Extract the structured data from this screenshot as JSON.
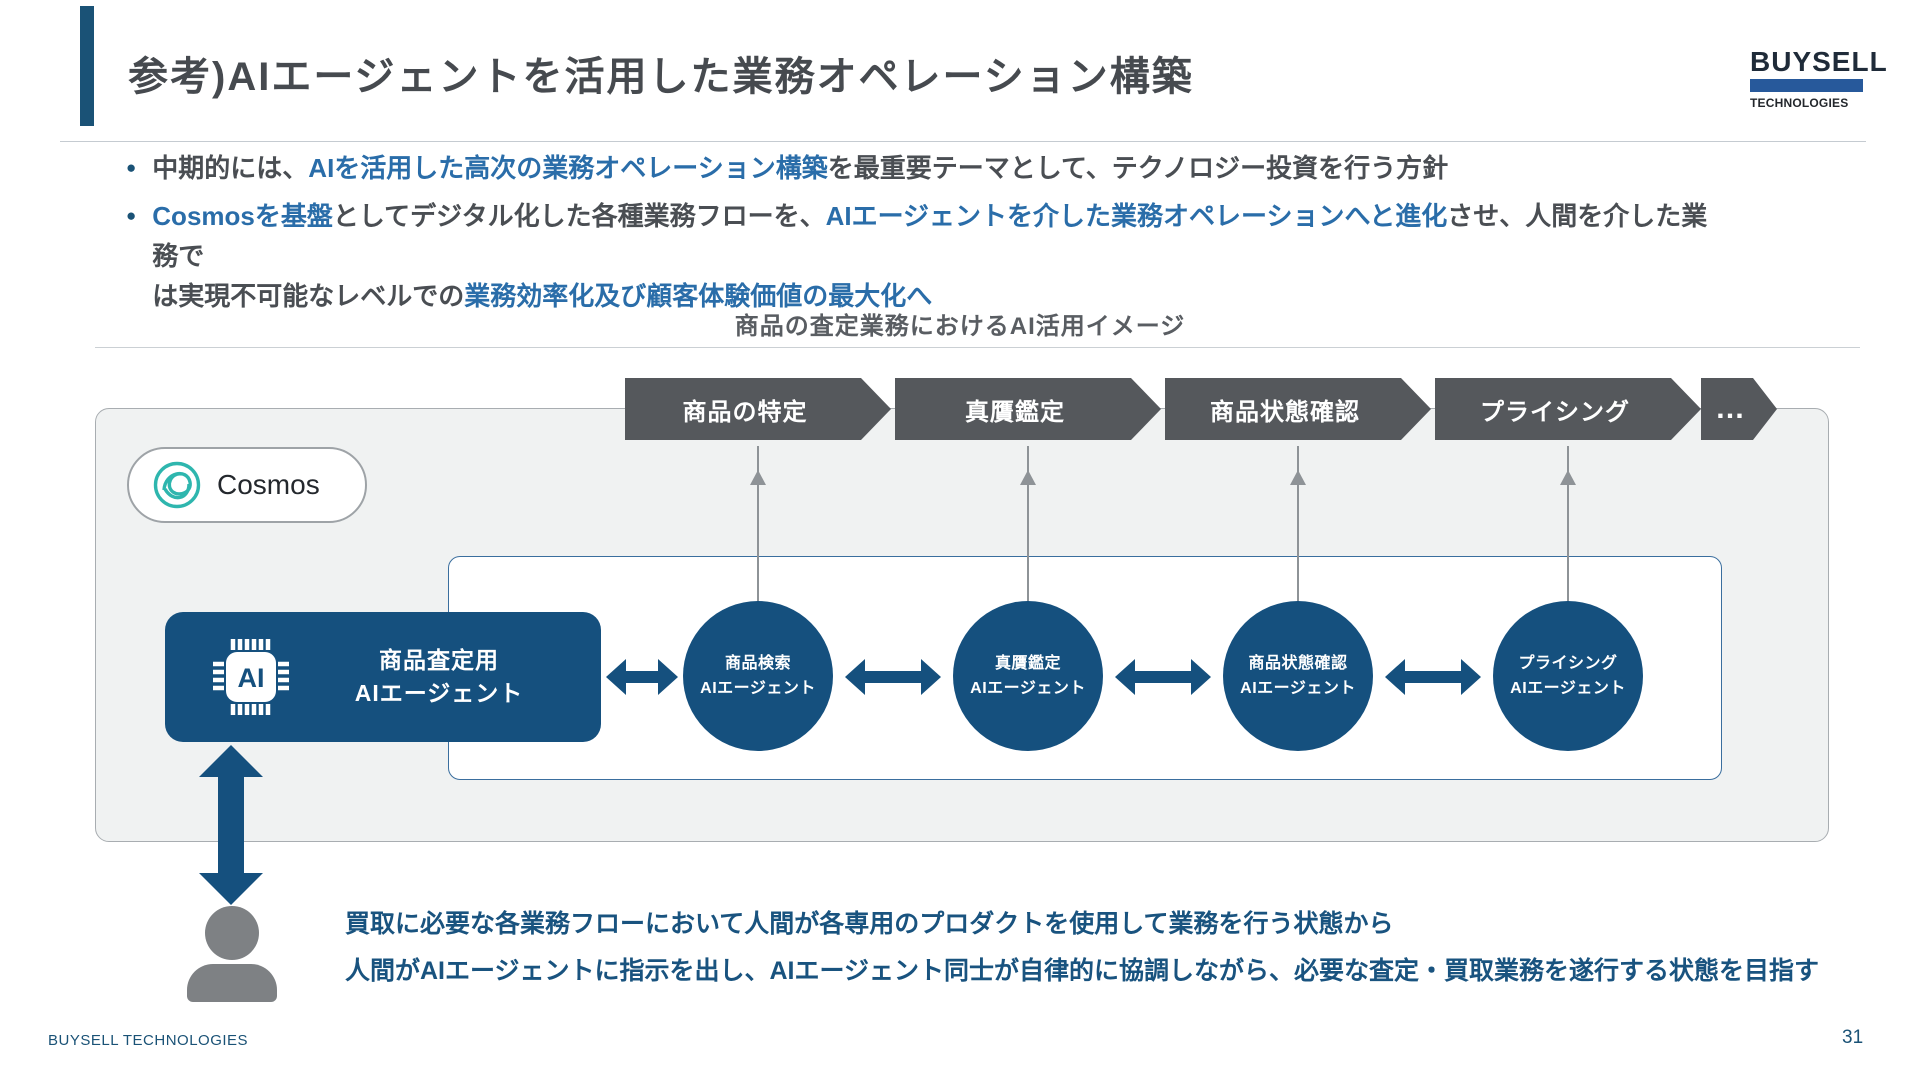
{
  "header": {
    "title": "参考)AIエージェントを活用した業務オペレーション構築",
    "logo": {
      "top": "BUYSELL",
      "bottom": "TECHNOLOGIES"
    }
  },
  "bullets": [
    {
      "lines": [
        [
          {
            "text": "中期的には、",
            "style": "gray"
          },
          {
            "text": "AIを活用した高次の業務オペレーション構築",
            "style": "blue"
          },
          {
            "text": "を最重要テーマとして、テクノロジー投資を行う方針",
            "style": "gray"
          }
        ]
      ]
    },
    {
      "lines": [
        [
          {
            "text": "Cosmosを基盤",
            "style": "blue"
          },
          {
            "text": "としてデジタル化した各種業務フローを、",
            "style": "gray"
          },
          {
            "text": "AIエージェントを介した業務オペレーションへと進化",
            "style": "blue"
          },
          {
            "text": "させ、人間を介した業務で",
            "style": "gray"
          }
        ],
        [
          {
            "text": "は実現不可能なレベルでの",
            "style": "gray"
          },
          {
            "text": "業務効率化及び顧客体験価値の最大化へ",
            "style": "blue"
          }
        ]
      ]
    }
  ],
  "diagram": {
    "caption": "商品の査定業務におけるAI活用イメージ",
    "process_steps": [
      "商品の特定",
      "真贋鑑定",
      "商品状態確認",
      "プライシング"
    ],
    "process_more": "…",
    "cosmos": {
      "label": "Cosmos"
    },
    "main_agent": {
      "line1": "商品査定用",
      "line2": "AIエージェント"
    },
    "agents": [
      {
        "line1": "商品検索",
        "line2": "AIエージェント"
      },
      {
        "line1": "真贋鑑定",
        "line2": "AIエージェント"
      },
      {
        "line1": "商品状態確認",
        "line2": "AIエージェント"
      },
      {
        "line1": "プライシング",
        "line2": "AIエージェント"
      }
    ]
  },
  "notes": [
    "買取に必要な各業務フローにおいて人間が各専用のプロダクトを使用して業務を行う状態から",
    "人間がAIエージェントに指示を出し、AIエージェント同士が自律的に協調しながら、必要な査定・買取業務を遂行する状態を目指す"
  ],
  "footer": {
    "company": "BUYSELL TECHNOLOGIES",
    "page": "31"
  },
  "colors": {
    "primary_blue": "#15507E",
    "accent_navy": "#1A5276",
    "bullet_text_blue": "#2A6DA9",
    "note_text_blue": "#19537F",
    "step_arrow_gray": "#55585C",
    "body_text_gray": "#4A4E53",
    "cosmos_teal": "#2EB6AE",
    "logo_bar_blue": "#27599B",
    "person_gray": "#7E8184"
  }
}
